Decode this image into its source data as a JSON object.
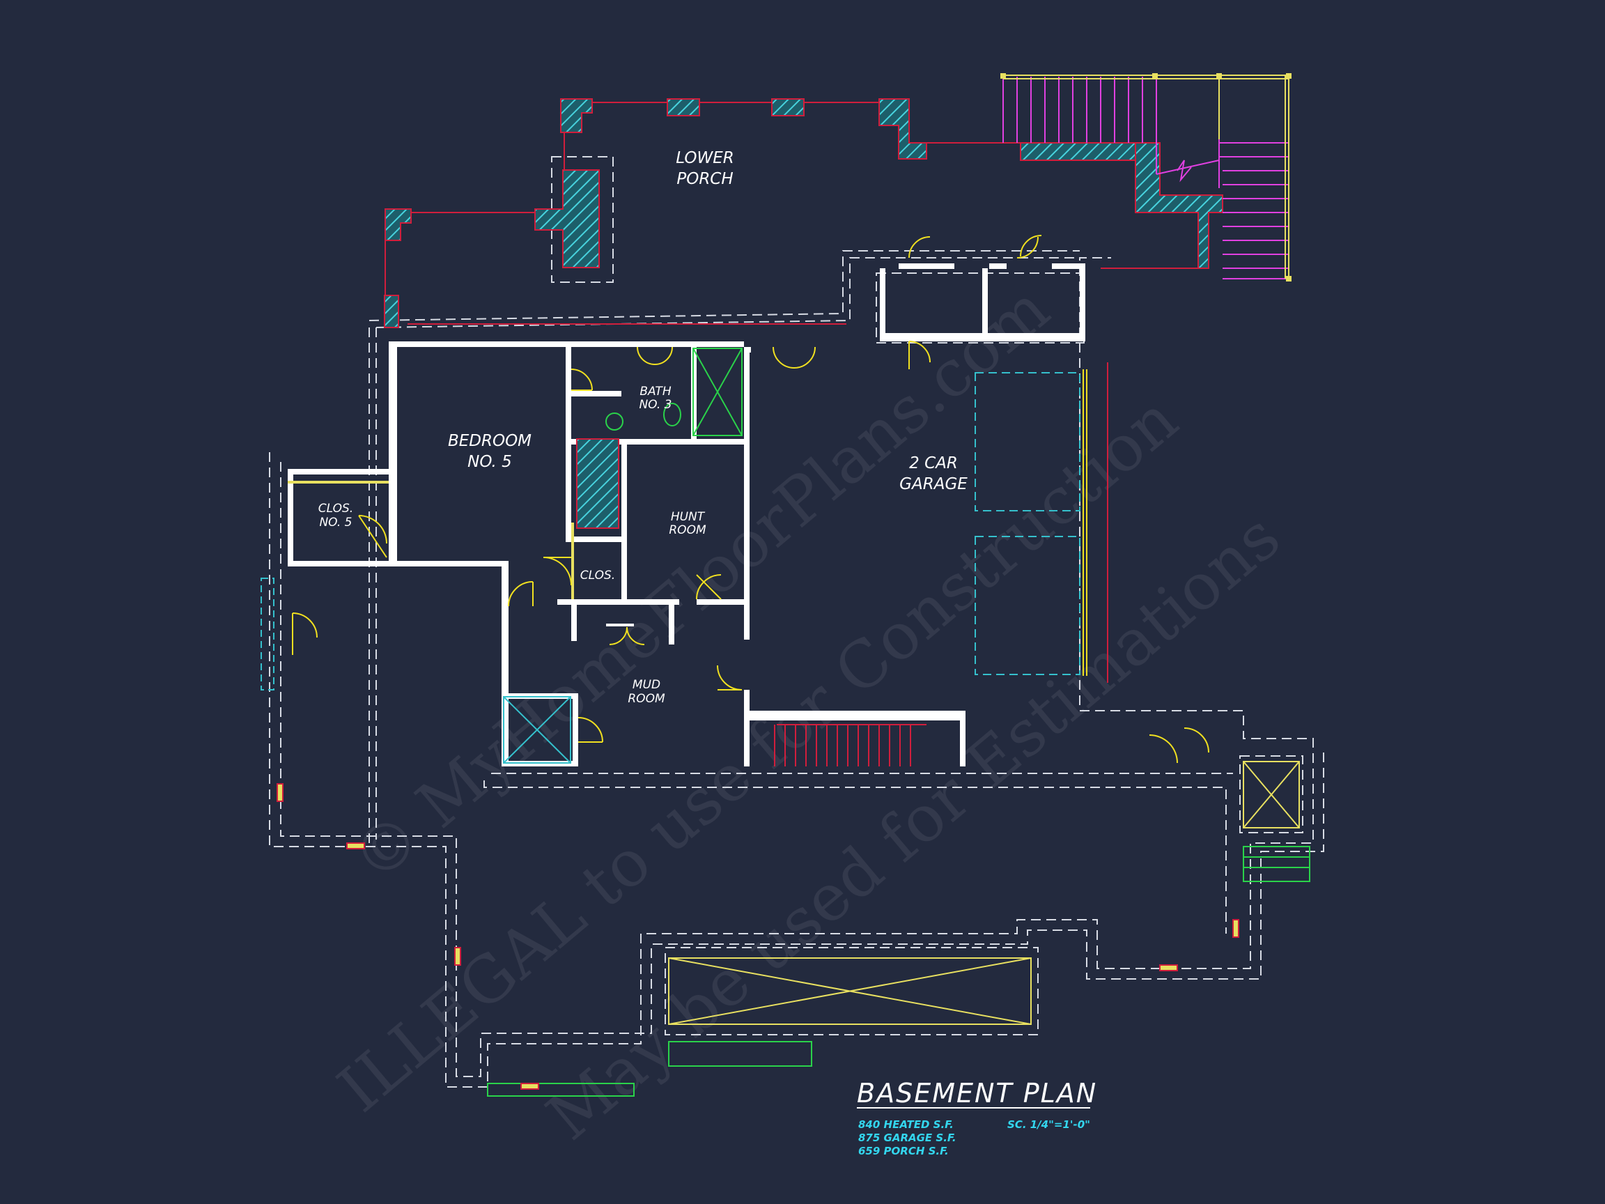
{
  "plan": {
    "title": "BASEMENT PLAN",
    "areas": [
      "840 HEATED S.F.",
      "875 GARAGE S.F.",
      "659 PORCH S.F."
    ],
    "scale": "SC. 1/4\"=1'-0\""
  },
  "rooms": {
    "lower_porch": [
      "LOWER",
      "PORCH"
    ],
    "bedroom": [
      "BEDROOM",
      "NO. 5"
    ],
    "bath": [
      "BATH",
      "NO. 3"
    ],
    "closet_bed": [
      "CLOS.",
      "NO. 5"
    ],
    "hunt_room": [
      "HUNT",
      "ROOM"
    ],
    "closet": "CLOS.",
    "garage": [
      "2 CAR",
      "GARAGE"
    ],
    "mud_room": [
      "MUD",
      "ROOM"
    ]
  },
  "watermark": {
    "line1": "© MyHomeFloorPlans.com",
    "line2": "ILLEGAL to use for Construction",
    "line3": "May be used for Estimations"
  },
  "colors": {
    "background": "#232a3e",
    "wall": "#ffffff",
    "door": "#f0e020",
    "beam": "#d01e3c",
    "hatch": "#35c0cc",
    "stair_railing": "#e040e0",
    "window": "#2ad24a"
  }
}
